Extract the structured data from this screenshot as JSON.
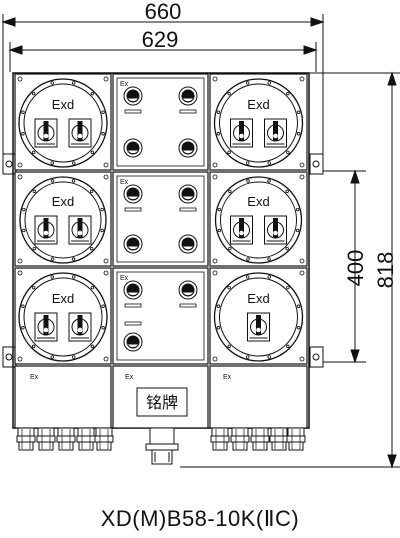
{
  "dimensions": {
    "overall_width": "660",
    "mounting_width": "629",
    "mounting_height": "400",
    "overall_height": "818"
  },
  "enclosure_labels": {
    "round_box": "Exd",
    "cell_marking": "Ex",
    "nameplate": "铭牌"
  },
  "model": "XD(M)B58-10K(ⅡC)"
}
